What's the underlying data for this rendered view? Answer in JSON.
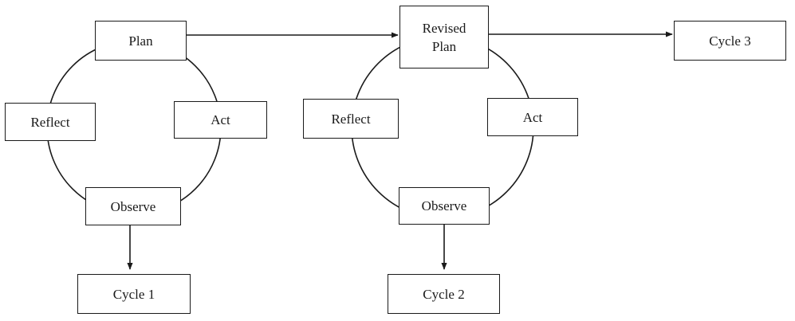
{
  "diagram": {
    "type": "action-research-cycles",
    "cycle1": {
      "plan": "Plan",
      "act": "Act",
      "observe": "Observe",
      "reflect": "Reflect",
      "outcome": "Cycle 1"
    },
    "cycle2": {
      "plan": "Revised\nPlan",
      "act": "Act",
      "observe": "Observe",
      "reflect": "Reflect",
      "outcome": "Cycle 2"
    },
    "cycle3": {
      "label": "Cycle 3"
    },
    "colors": {
      "stroke": "#1a1a1a",
      "background": "#ffffff"
    }
  }
}
